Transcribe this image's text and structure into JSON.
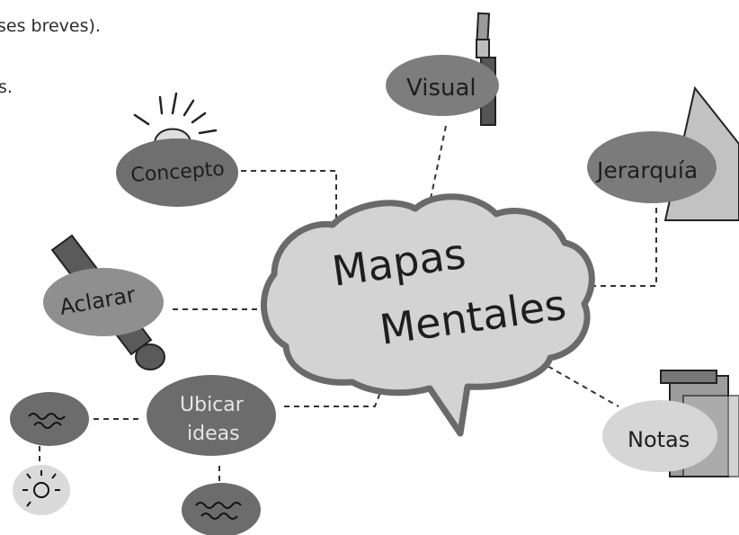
{
  "page": {
    "text_line_1": "ses breves).",
    "text_line_2": "s."
  },
  "mindmap": {
    "center": {
      "line_1": "Mapas",
      "line_2": "Mentales"
    },
    "nodes": {
      "visual": "Visual",
      "concepto": "Concepto",
      "jerarquia": "Jerarquía",
      "aclarar": "Aclarar",
      "ubicar_line_1": "Ubicar",
      "ubicar_line_2": "ideas",
      "notas": "Notas"
    },
    "icons": [
      "paintbrush-icon",
      "lightbulb-icon",
      "triangle-icon",
      "exclamation-icon",
      "notepad-icon",
      "squiggle-icon",
      "idea-bulb-icon"
    ]
  },
  "colors": {
    "bubble_dark": "#6e6e6e",
    "bubble_mid": "#8c8c8c",
    "bubble_light": "#cdcdcd",
    "brain_fill": "#d3d3d3",
    "brain_stroke": "#6a6a6a",
    "line": "#333333"
  }
}
